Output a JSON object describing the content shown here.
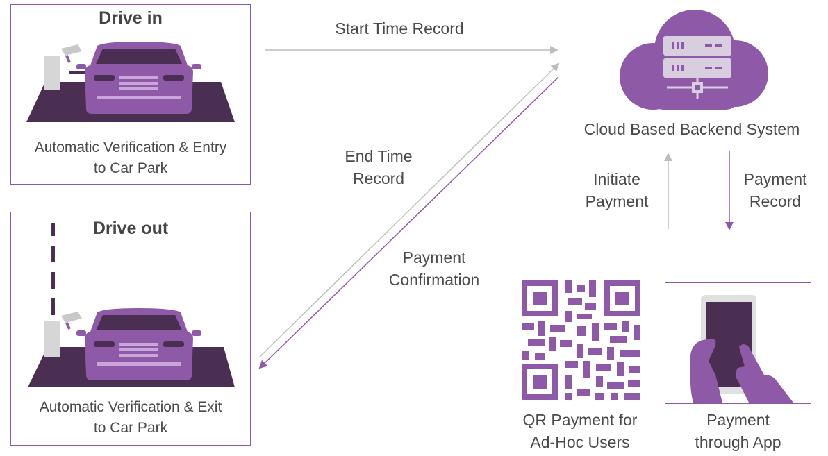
{
  "drive_in": {
    "title": "Drive in",
    "caption_line1": "Automatic Verification & Entry",
    "caption_line2": "to Car Park"
  },
  "drive_out": {
    "title": "Drive out",
    "caption_line1": "Automatic Verification & Exit",
    "caption_line2": "to Car Park"
  },
  "flows": {
    "start_time": "Start Time Record",
    "end_time_line1": "End Time",
    "end_time_line2": "Record",
    "payment_confirm_line1": "Payment",
    "payment_confirm_line2": "Confirmation",
    "initiate_line1": "Initiate",
    "initiate_line2": "Payment",
    "payment_record_line1": "Payment",
    "payment_record_line2": "Record"
  },
  "backend": {
    "label": "Cloud Based Backend System"
  },
  "qr_payment": {
    "line1": "QR Payment for",
    "line2": "Ad-Hoc Users"
  },
  "app_payment": {
    "line1": "Payment",
    "line2": "through App"
  },
  "colors": {
    "purple": "#8e5aa8",
    "dark_purple": "#4a2f52",
    "grey_arrow": "#bdbdbd",
    "box_border": "#8a5aa6"
  }
}
